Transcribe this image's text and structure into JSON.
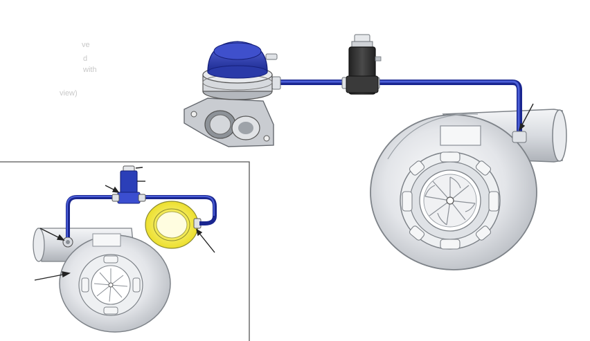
{
  "diagram": {
    "faint_texts": [
      "ve",
      "d",
      "with",
      "view)"
    ],
    "colors": {
      "hose": "#2233b0",
      "hose_light": "#4b5fd8",
      "metal": "#d6d9de",
      "metal_dark": "#8a8f96",
      "metal_shadow": "#b4b8be",
      "wastegate_cap": "#2a3aa8",
      "solenoid": "#3a3a3a",
      "filter_yellow": "#f3f04a",
      "inset_frame": "#555555"
    },
    "components": {
      "main_turbo": "turbocharger",
      "wastegate": "external-wastegate",
      "boost_solenoid": "boost-control-solenoid",
      "inset_turbo": "turbocharger-inset",
      "inset_filter": "air-filter",
      "inset_solenoid": "boost-control-solenoid-inset"
    }
  }
}
